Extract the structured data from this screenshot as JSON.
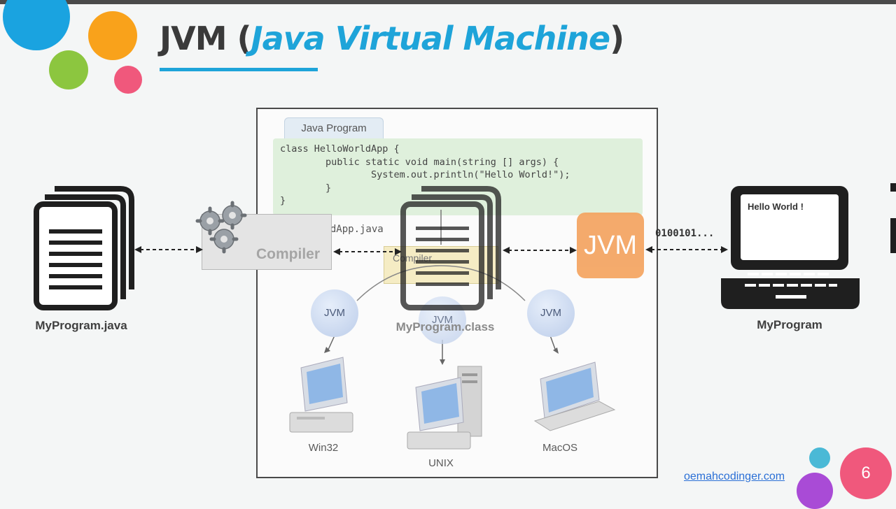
{
  "slide": {
    "title_prefix": "JVM (",
    "title_highlight": "Java Virtual Machine",
    "title_suffix": ")",
    "page_number": "6",
    "footer_url": "oemahcodinger.com"
  },
  "left": {
    "file_label": "MyProgram.java"
  },
  "compiler": {
    "label": "Compiler"
  },
  "inset": {
    "tab_label": "Java Program",
    "code_lines": [
      "class HelloWorldApp {",
      "        public static void main(string [] args) {",
      "                System.out.println(\"Hello World!\");",
      "        }",
      "}"
    ],
    "source_file": "HelloWorldApp.java",
    "compiler_label": "Compiler",
    "jvm_labels": [
      "JVM",
      "JVM",
      "JVM"
    ],
    "platforms": [
      "Win32",
      "UNIX",
      "MacOS"
    ]
  },
  "center": {
    "class_file_label": "MyProgram.class"
  },
  "jvm": {
    "label": "JVM",
    "binary": "0100101..."
  },
  "right": {
    "screen_text": "Hello World !",
    "program_label": "MyProgram"
  },
  "colors": {
    "accent_blue": "#1ea4d9",
    "jvm_orange": "#f4a460",
    "dot_blue": "#1aa3e0",
    "dot_orange": "#f9a21b",
    "dot_green": "#8cc63f",
    "dot_pink": "#f0587c",
    "dot_teal": "#4ab9d6",
    "dot_purple": "#a94bd6"
  }
}
